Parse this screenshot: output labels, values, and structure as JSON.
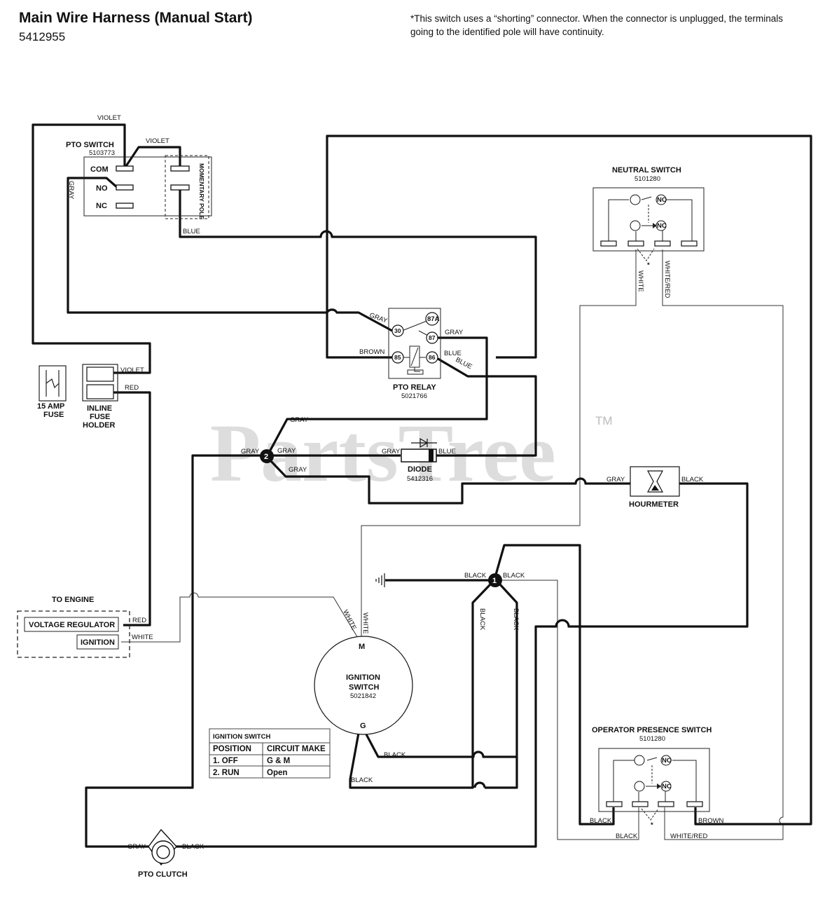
{
  "header": {
    "title": "Main Wire Harness (Manual Start)",
    "part_number": "5412955",
    "note": "*This switch uses a “shorting” connector. When the connector is unplugged, the terminals going to the identified pole will have continuity."
  },
  "watermark": {
    "text": "PartsTree",
    "tm": "TM"
  },
  "pto_switch": {
    "name": "PTO SWITCH",
    "part": "5103773",
    "com": "COM",
    "no": "NO",
    "nc": "NC",
    "pole": "MOMENTARY POLE"
  },
  "pto_relay": {
    "name": "PTO RELAY",
    "part": "5021766",
    "pins": {
      "p30": "30",
      "p87a": "87A",
      "p87": "87",
      "p85": "85",
      "p86": "86"
    }
  },
  "neutral_switch": {
    "name": "NEUTRAL SWITCH",
    "part": "5101280",
    "no": "NO",
    "nc": "NC",
    "star": "*"
  },
  "operator_switch": {
    "name": "OPERATOR PRESENCE SWITCH",
    "part": "5101280",
    "no": "NO",
    "nc": "NC",
    "star": "*"
  },
  "fuse": {
    "line1": "15 AMP",
    "line2": "FUSE"
  },
  "fuse_holder": {
    "line1": "INLINE",
    "line2": "FUSE",
    "line3": "HOLDER"
  },
  "diode": {
    "name": "DIODE",
    "part": "5412316"
  },
  "hourmeter": {
    "name": "HOURMETER"
  },
  "engine": {
    "name": "TO ENGINE",
    "regulator": "VOLTAGE REGULATOR",
    "ignition": "IGNITION"
  },
  "ignition_switch": {
    "line1": "IGNITION",
    "line2": "SWITCH",
    "part": "5021842",
    "m": "M",
    "g": "G"
  },
  "pto_clutch": {
    "name": "PTO CLUTCH"
  },
  "splices": {
    "s1": "1",
    "s2": "2"
  },
  "ignition_table": {
    "title": "IGNITION SWITCH",
    "headers": [
      "POSITION",
      "CIRCUIT MAKE"
    ],
    "rows": [
      [
        "1. OFF",
        "G & M"
      ],
      [
        "2. RUN",
        "Open"
      ]
    ]
  },
  "wires": {
    "violet": "VIOLET",
    "gray": "GRAY",
    "blue": "BLUE",
    "brown": "BROWN",
    "red": "RED",
    "white": "WHITE",
    "black": "BLACK",
    "white_red": "WHITE/RED"
  }
}
